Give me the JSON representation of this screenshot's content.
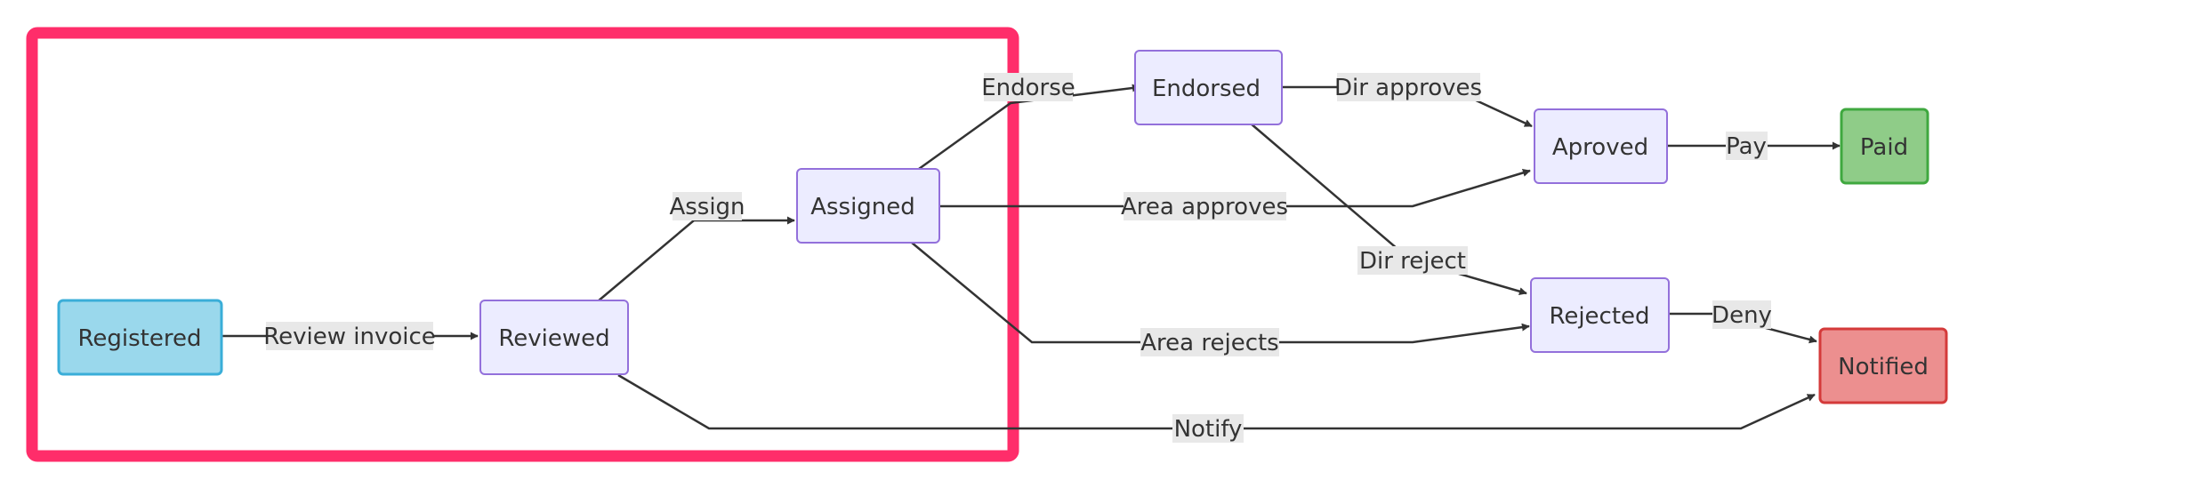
{
  "nodes": [
    {
      "id": "registered",
      "label": "Registered",
      "fill": "#9ad8ec",
      "stroke": "#3aaed8"
    },
    {
      "id": "reviewed",
      "label": "Reviewed",
      "fill": "#ececff",
      "stroke": "#9370db"
    },
    {
      "id": "assigned",
      "label": "Assigned",
      "fill": "#ececff",
      "stroke": "#9370db"
    },
    {
      "id": "endorsed",
      "label": "Endorsed",
      "fill": "#ececff",
      "stroke": "#9370db"
    },
    {
      "id": "aproved",
      "label": "Aproved",
      "fill": "#ececff",
      "stroke": "#9370db"
    },
    {
      "id": "rejected",
      "label": "Rejected",
      "fill": "#ececff",
      "stroke": "#9370db"
    },
    {
      "id": "paid",
      "label": "Paid",
      "fill": "#8fcc88",
      "stroke": "#3fa83f"
    },
    {
      "id": "notified",
      "label": "Notified",
      "fill": "#ec8f8f",
      "stroke": "#d43a3a"
    }
  ],
  "edges": [
    {
      "id": "review-invoice",
      "from": "registered",
      "to": "reviewed",
      "label": "Review invoice"
    },
    {
      "id": "assign",
      "from": "reviewed",
      "to": "assigned",
      "label": "Assign"
    },
    {
      "id": "notify",
      "from": "reviewed",
      "to": "notified",
      "label": "Notify"
    },
    {
      "id": "endorse",
      "from": "assigned",
      "to": "endorsed",
      "label": "Endorse"
    },
    {
      "id": "area-approves",
      "from": "assigned",
      "to": "aproved",
      "label": "Area approves"
    },
    {
      "id": "area-rejects",
      "from": "assigned",
      "to": "rejected",
      "label": "Area rejects"
    },
    {
      "id": "dir-approves",
      "from": "endorsed",
      "to": "aproved",
      "label": "Dir approves"
    },
    {
      "id": "dir-reject",
      "from": "endorsed",
      "to": "rejected",
      "label": "Dir reject"
    },
    {
      "id": "pay",
      "from": "aproved",
      "to": "paid",
      "label": "Pay"
    },
    {
      "id": "deny",
      "from": "rejected",
      "to": "notified",
      "label": "Deny"
    }
  ],
  "colors": {
    "edge": "#333333",
    "edge_label_bg": "#e8e8e8",
    "highlight": "#ff2d6a"
  }
}
